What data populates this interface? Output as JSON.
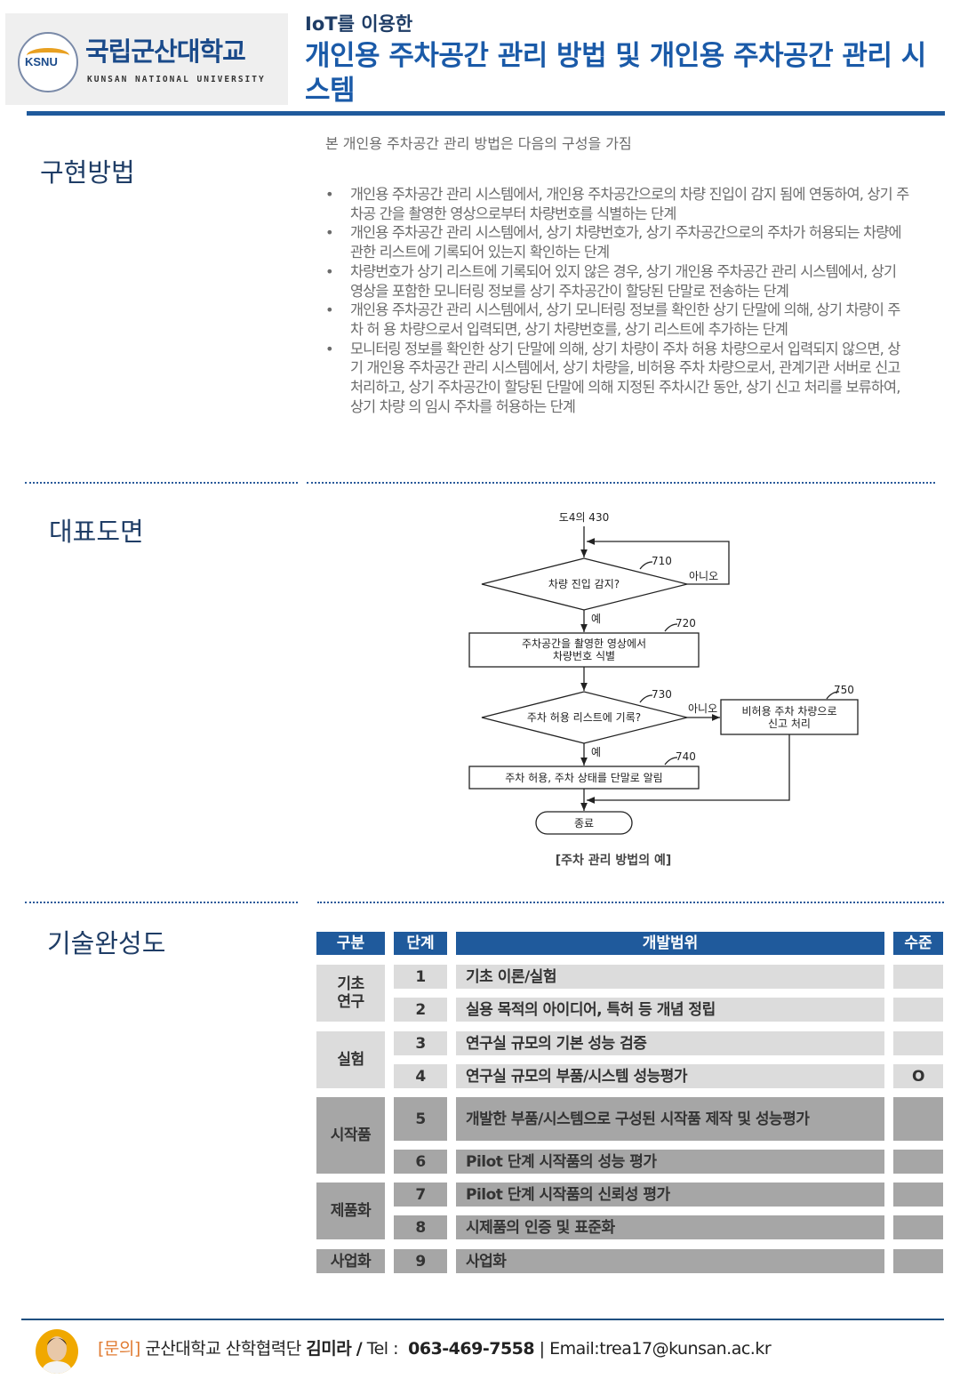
{
  "header": {
    "logo": {
      "name_kr": "국립군산대학교",
      "name_en": "KUNSAN NATIONAL UNIVERSITY",
      "seal": "KSNU"
    },
    "subtitle": "IoT를 이용한",
    "title": "개인용 주차공간 관리 방법 및 개인용 주차공간 관리 시스템"
  },
  "colors": {
    "primary": "#1f5a9c",
    "title": "#1a5aa8",
    "light_cell": "#dcdcdc",
    "dark_cell": "#a6a6a6",
    "accent": "#e07a30"
  },
  "implementation": {
    "heading": "구현방법",
    "intro": "본 개인용 주차공간 관리 방법은 다음의 구성을 가짐",
    "bullet_symbol": "•",
    "bullets": [
      "개인용 주차공간 관리 시스템에서, 개인용 주차공간으로의 차량 진입이 감지 됨에 연동하여, 상기 주차공 간을 촬영한 영상으로부터 차량번호를 식별하는 단계",
      "개인용 주차공간 관리 시스템에서, 상기 차량번호가, 상기 주차공간으로의 주차가 허용되는 차량에 관한 리스트에 기록되어 있는지 확인하는 단계",
      "차량번호가 상기 리스트에 기록되어 있지 않은 경우, 상기 개인용 주차공간 관리 시스템에서, 상기 영상을 포함한 모니터링 정보를 상기 주차공간이 할당된 단말로 전송하는 단계",
      "개인용 주차공간 관리 시스템에서, 상기 모니터링 정보를 확인한 상기 단말에 의해, 상기 차량이 주차 허 용 차량으로서 입력되면, 상기 차량번호를, 상기 리스트에 추가하는 단계",
      "모니터링 정보를 확인한 상기 단말에 의해, 상기 차량이 주차 허용 차량으로서 입력되지 않으면, 상기 개인용 주차공간 관리 시스템에서, 상기 차량을, 비허용 주차 차량으로서, 관계기관 서버로 신고 처리하고, 상기 주차공간이 할당된 단말에 의해 지정된 주차시간 동안, 상기 신고 처리를 보류하여, 상기 차량 의 임시 주차를 허용하는 단계"
    ]
  },
  "drawing": {
    "heading": "대표도면",
    "start_label": "도4의 430",
    "decision1": {
      "text": "차량 진입 감지?",
      "ref": "710",
      "no": "아니오",
      "yes": "예"
    },
    "step720": {
      "line1": "주차공간을 촬영한 영상에서",
      "line2": "차량번호 식별",
      "ref": "720"
    },
    "decision2": {
      "text": "주차 허용 리스트에 기록?",
      "ref": "730",
      "no": "아니오",
      "yes": "예"
    },
    "step750": {
      "line1": "비허용 주차 차량으로",
      "line2": "신고 처리",
      "ref": "750"
    },
    "step740": {
      "text": "주차 허용, 주차 상태를 단말로 알림",
      "ref": "740"
    },
    "end": "종료",
    "caption": "[주차 관리 방법의 예]"
  },
  "maturity": {
    "heading": "기술완성도",
    "headers": [
      "구분",
      "단계",
      "개발범위",
      "수준"
    ],
    "groups": [
      "기초\n연구",
      "실험",
      "시작품",
      "제품화",
      "사업화"
    ],
    "rows": [
      {
        "stage": "1",
        "scope": "기초 이론/실험",
        "level": ""
      },
      {
        "stage": "2",
        "scope": "실용 목적의 아이디어, 특허 등 개념 정립",
        "level": ""
      },
      {
        "stage": "3",
        "scope": "연구실 규모의 기본 성능 검증",
        "level": ""
      },
      {
        "stage": "4",
        "scope": "연구실 규모의 부품/시스템 성능평가",
        "level": "O"
      },
      {
        "stage": "5",
        "scope": "개발한 부품/시스템으로 구성된 시작품 제작 및 성능평가",
        "level": ""
      },
      {
        "stage": "6",
        "scope": "Pilot 단계 시작품의 성능 평가",
        "level": ""
      },
      {
        "stage": "7",
        "scope": "Pilot 단계 시작품의 신뢰성 평가",
        "level": ""
      },
      {
        "stage": "8",
        "scope": "시제품의 인증 및 표준화",
        "level": ""
      },
      {
        "stage": "9",
        "scope": "사업화",
        "level": ""
      }
    ]
  },
  "footer": {
    "inquiry": "[문의]",
    "org": "군산대학교 산학협력단",
    "name": "김미라",
    "sep": "/",
    "tel_label": "Tel :",
    "tel": "063-469-7558",
    "email": "| Email:trea17@kunsan.ac.kr"
  }
}
